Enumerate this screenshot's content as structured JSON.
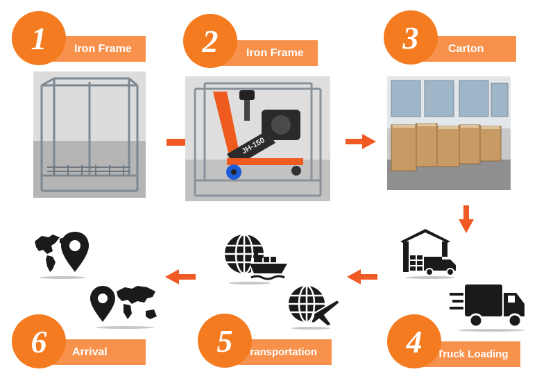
{
  "steps": [
    {
      "number": "1",
      "label": "Iron Frame"
    },
    {
      "number": "2",
      "label": "Iron Frame"
    },
    {
      "number": "3",
      "label": "Carton"
    },
    {
      "number": "4",
      "label": "Truck Loading"
    },
    {
      "number": "5",
      "label": "Transportation"
    },
    {
      "number": "6",
      "label": "Arrival"
    }
  ],
  "machine_text": "JH-150",
  "colors": {
    "accent": "#f47b20",
    "label_bg": "#f7914b",
    "icon": "#1a1a1a"
  },
  "icons": [
    "warehouse-truck-icon",
    "delivery-truck-icon",
    "globe-ship-icon",
    "globe-plane-icon",
    "world-map-pin-icon",
    "pin-world-map-icon"
  ]
}
